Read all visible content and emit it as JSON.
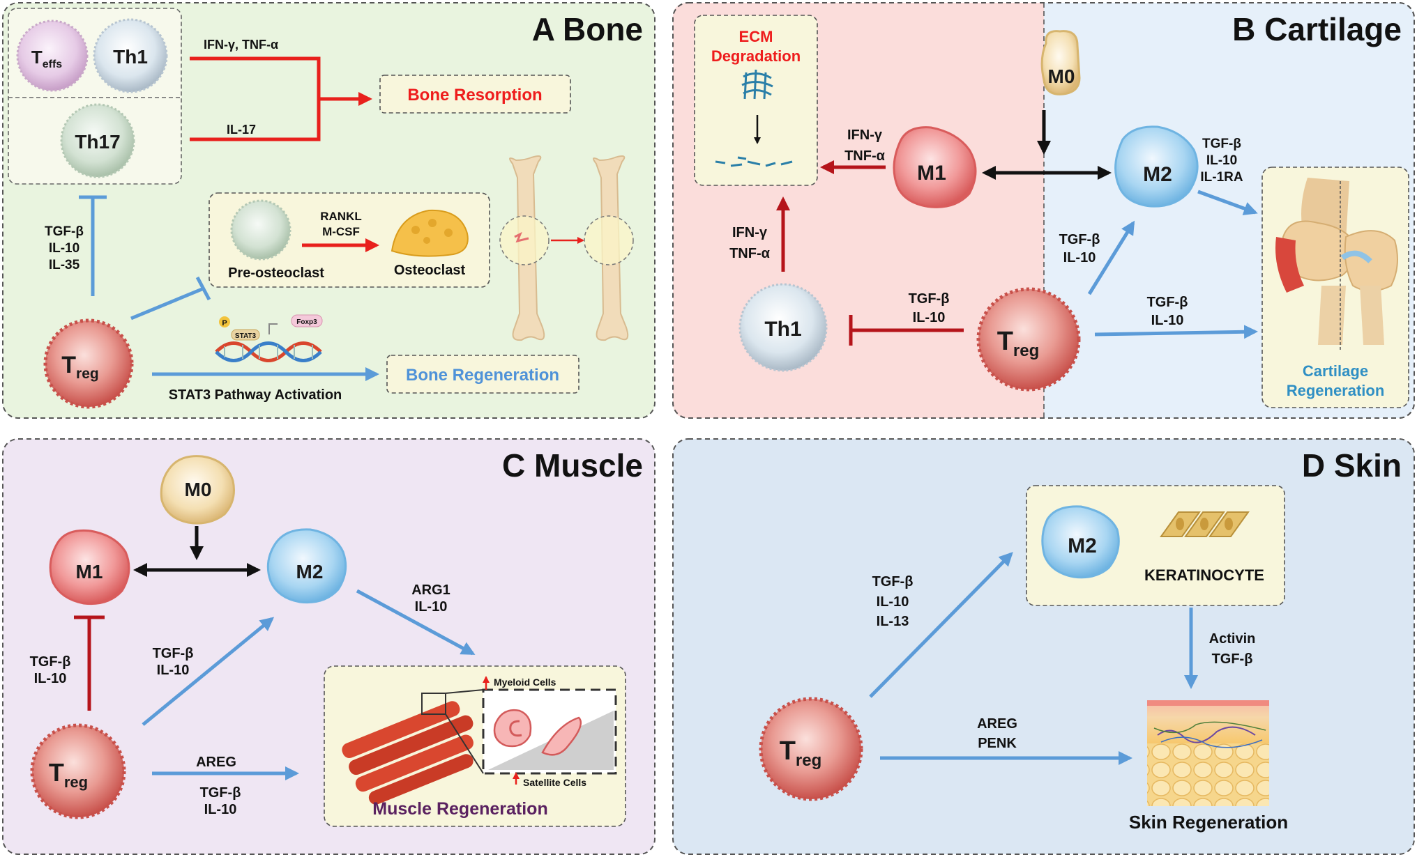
{
  "colors": {
    "red_arrow": "#e8201c",
    "dark_red_arrow": "#b5141a",
    "blue_arrow": "#5b9bd8",
    "black_arrow": "#111111",
    "panel_a_bg": "#e9f4df",
    "panel_b_left_bg": "#fbdddb",
    "panel_b_right_bg": "#e6f0fa",
    "panel_c_bg": "#efe6f3",
    "panel_d_bg": "#dbe7f3"
  },
  "panels": {
    "a": {
      "title": "A Bone",
      "teffs": "T",
      "teffs_sub": "effs",
      "th1": "Th1",
      "th17": "Th17",
      "treg": "T",
      "treg_sub": "reg",
      "ifn_tnf": "IFN-γ, TNF-α",
      "il17": "IL-17",
      "bone_resorption": "Bone Resorption",
      "tgf_list": [
        "TGF-β",
        "IL-10",
        "IL-35"
      ],
      "rankl": "RANKL",
      "mcsf": "M-CSF",
      "pre_osteoclast": "Pre-osteoclast",
      "osteoclast": "Osteoclast",
      "stat3_tag": "STAT3",
      "foxp3_tag": "Foxp3",
      "p_tag": "P",
      "bone_regeneration": "Bone Regeneration",
      "stat3_activation": "STAT3 Pathway Activation"
    },
    "b": {
      "title": "B Cartilage",
      "ecm_line1": "ECM",
      "ecm_line2": "Degradation",
      "m0": "M0",
      "m1": "M1",
      "m2": "M2",
      "th1": "Th1",
      "treg": "T",
      "treg_sub": "reg",
      "m1_ifn": "IFN-γ",
      "m1_tnf": "TNF-α",
      "th1_ifn": "IFN-γ",
      "th1_tnf": "TNF-α",
      "treg_th1_tgf": "TGF-β",
      "treg_th1_il10": "IL-10",
      "treg_m2_tgf": "TGF-β",
      "treg_m2_il10": "IL-10",
      "m2_list": [
        "TGF-β",
        "IL-10",
        "IL-1RA"
      ],
      "treg_cart_tgf": "TGF-β",
      "treg_cart_il10": "IL-10",
      "cartilage_line1": "Cartilage",
      "cartilage_line2": "Regeneration"
    },
    "c": {
      "title": "C Muscle",
      "m0": "M0",
      "m1": "M1",
      "m2": "M2",
      "treg": "T",
      "treg_sub": "reg",
      "arg1": "ARG1",
      "il10_m2": "IL-10",
      "tgf_m1": "TGF-β",
      "il10_m1": "IL-10",
      "tgf_m2": "TGF-β",
      "il10_to_m2": "IL-10",
      "areg": "AREG",
      "tgf_bottom": "TGF-β",
      "il10_bottom": "IL-10",
      "myeloid": "Myeloid Cells",
      "satellite": "Satellite Cells",
      "muscle_regeneration": "Muscle Regeneration"
    },
    "d": {
      "title": "D Skin",
      "m2": "M2",
      "keratinocyte": "KERATINOCYTE",
      "treg": "T",
      "treg_sub": "reg",
      "tgf": "TGF-β",
      "il10": "IL-10",
      "il13": "IL-13",
      "activin": "Activin",
      "activin_tgf": "TGF-β",
      "areg": "AREG",
      "penk": "PENK",
      "skin_regeneration": "Skin Regeneration"
    }
  }
}
